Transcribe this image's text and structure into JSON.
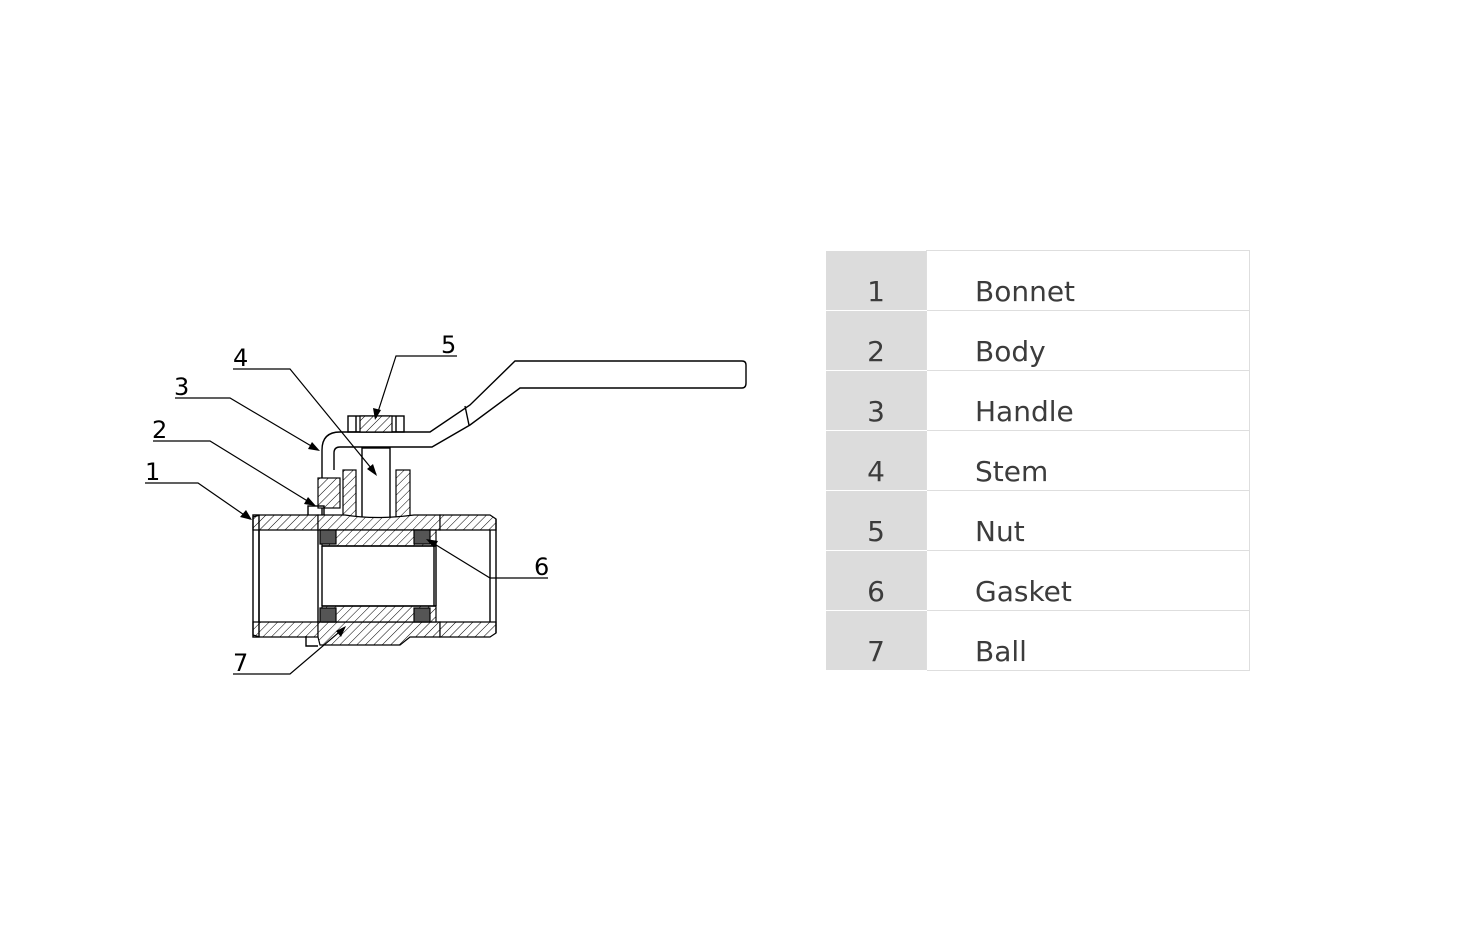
{
  "diagram": {
    "callouts": [
      "1",
      "2",
      "3",
      "4",
      "5",
      "6",
      "7"
    ]
  },
  "parts": [
    {
      "num": "1",
      "name": "Bonnet"
    },
    {
      "num": "2",
      "name": "Body"
    },
    {
      "num": "3",
      "name": "Handle"
    },
    {
      "num": "4",
      "name": "Stem"
    },
    {
      "num": "5",
      "name": "Nut"
    },
    {
      "num": "6",
      "name": "Gasket"
    },
    {
      "num": "7",
      "name": "Ball"
    }
  ]
}
